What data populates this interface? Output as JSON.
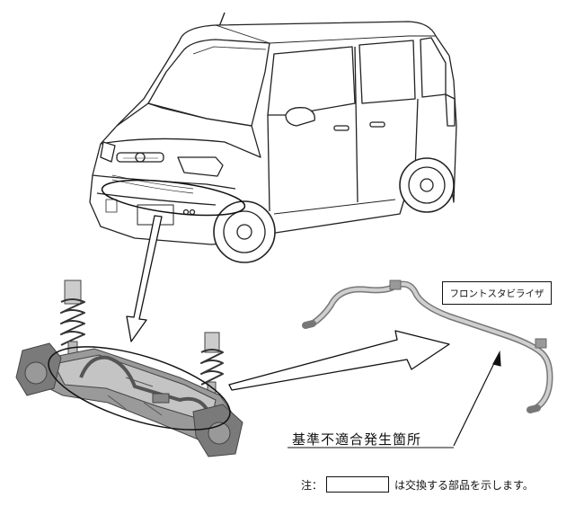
{
  "part_label": "フロントスタビライザ",
  "defect_location_label": "基準不適合発生箇所",
  "note": {
    "prefix": "注：",
    "suffix": "は交換する部品を示します。"
  }
}
